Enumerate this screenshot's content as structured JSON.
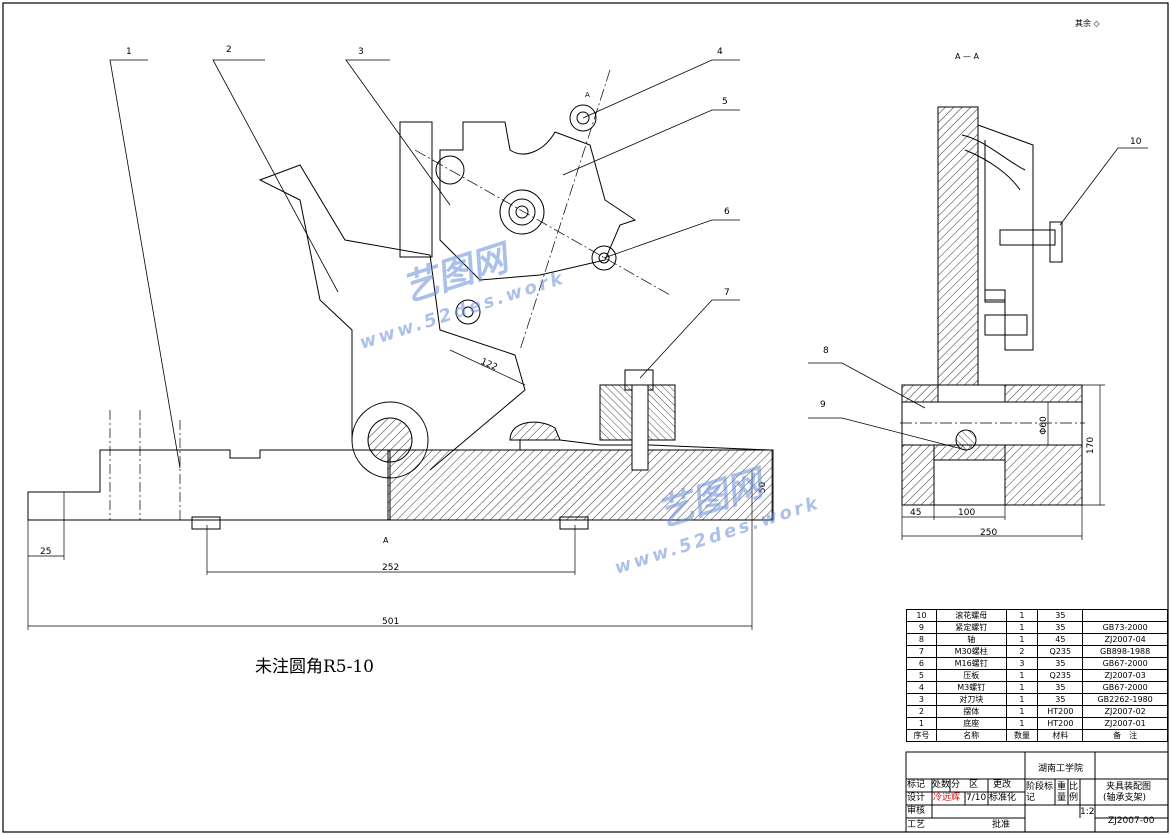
{
  "corner_note": "其余",
  "section_label": "A — A",
  "section_mark": "A",
  "callouts": [
    "1",
    "2",
    "3",
    "4",
    "5",
    "6",
    "7",
    "8",
    "9",
    "10"
  ],
  "dims": {
    "d122": "122",
    "d50": "50",
    "d25": "25",
    "d252": "252",
    "d501": "501",
    "d45": "45",
    "d100": "100",
    "d250": "250",
    "d170": "170",
    "phi60": "Φ60"
  },
  "note_text": "未注圆角R5-10",
  "watermark": {
    "brand": "艺图网",
    "url": "www.52des.work"
  },
  "bom": {
    "header": [
      "序号",
      "名称",
      "数量",
      "材料",
      "备　注"
    ],
    "rows": [
      [
        "10",
        "滚花螺母",
        "1",
        "35",
        ""
      ],
      [
        "9",
        "紧定螺钉",
        "1",
        "35",
        "GB73-2000"
      ],
      [
        "8",
        "轴",
        "1",
        "45",
        "ZJ2007-04"
      ],
      [
        "7",
        "M30螺柱",
        "2",
        "Q235",
        "GB898-1988"
      ],
      [
        "6",
        "M16螺钉",
        "3",
        "35",
        "GB67-2000"
      ],
      [
        "5",
        "压板",
        "1",
        "Q235",
        "ZJ2007-03"
      ],
      [
        "4",
        "M3螺钉",
        "1",
        "35",
        "GB67-2000"
      ],
      [
        "3",
        "对刀块",
        "1",
        "35",
        "GB2262-1980"
      ],
      [
        "2",
        "摆体",
        "1",
        "HT200",
        "ZJ2007-02"
      ],
      [
        "1",
        "底座",
        "1",
        "HT200",
        "ZJ2007-01"
      ]
    ]
  },
  "title_block": {
    "school": "湖南工学院",
    "drawing_title": "夹具装配图",
    "drawing_subtitle": "(轴承支架)",
    "drawing_no": "ZJ2007-00",
    "row_labels": [
      "标记",
      "处数",
      "分　区",
      "更改"
    ],
    "design_label": "设计",
    "designer": "冷远辉",
    "design_date": "7/10",
    "standardize_label": "标准化",
    "stage_label": "阶段标记",
    "weight_label": "重量",
    "scale_label": "比例",
    "scale_value": "1:2",
    "review_label": "审核",
    "process_label": "工艺",
    "approve_label": "批准"
  },
  "colors": {
    "line": "#000000",
    "designer_text": "#d01010",
    "watermark": "#6a8fd8"
  }
}
